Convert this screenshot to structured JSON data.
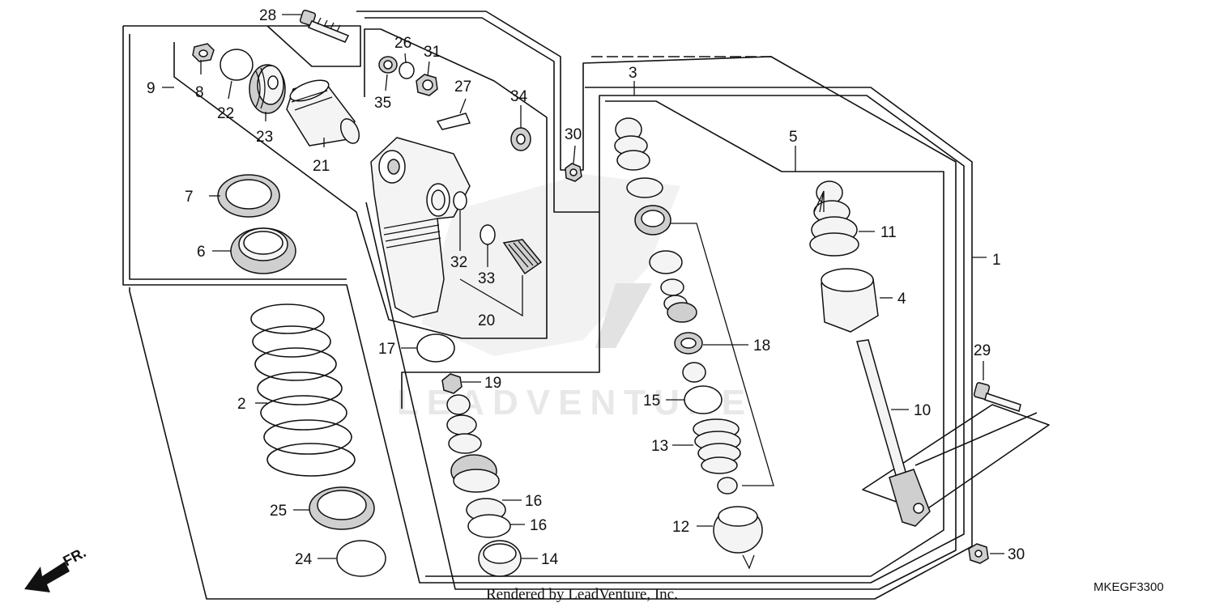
{
  "diagram": {
    "watermark": "LEADVENTURE",
    "footer": "Rendered by LeadVenture, Inc.",
    "diagram_code": "MKEGF3300",
    "direction_label": "FR.",
    "callouts": {
      "c1": "1",
      "c2": "2",
      "c3": "3",
      "c4": "4",
      "c5": "5",
      "c6": "6",
      "c7": "7",
      "c8": "8",
      "c9": "9",
      "c10": "10",
      "c11": "11",
      "c12": "12",
      "c13": "13",
      "c14": "14",
      "c15": "15",
      "c16a": "16",
      "c16b": "16",
      "c17": "17",
      "c18": "18",
      "c19": "19",
      "c20": "20",
      "c21": "21",
      "c22": "22",
      "c23": "23",
      "c24": "24",
      "c25": "25",
      "c26": "26",
      "c27": "27",
      "c28": "28",
      "c29": "29",
      "c30a": "30",
      "c30b": "30",
      "c31": "31",
      "c32": "32",
      "c33": "33",
      "c34": "34",
      "c35": "35"
    }
  }
}
